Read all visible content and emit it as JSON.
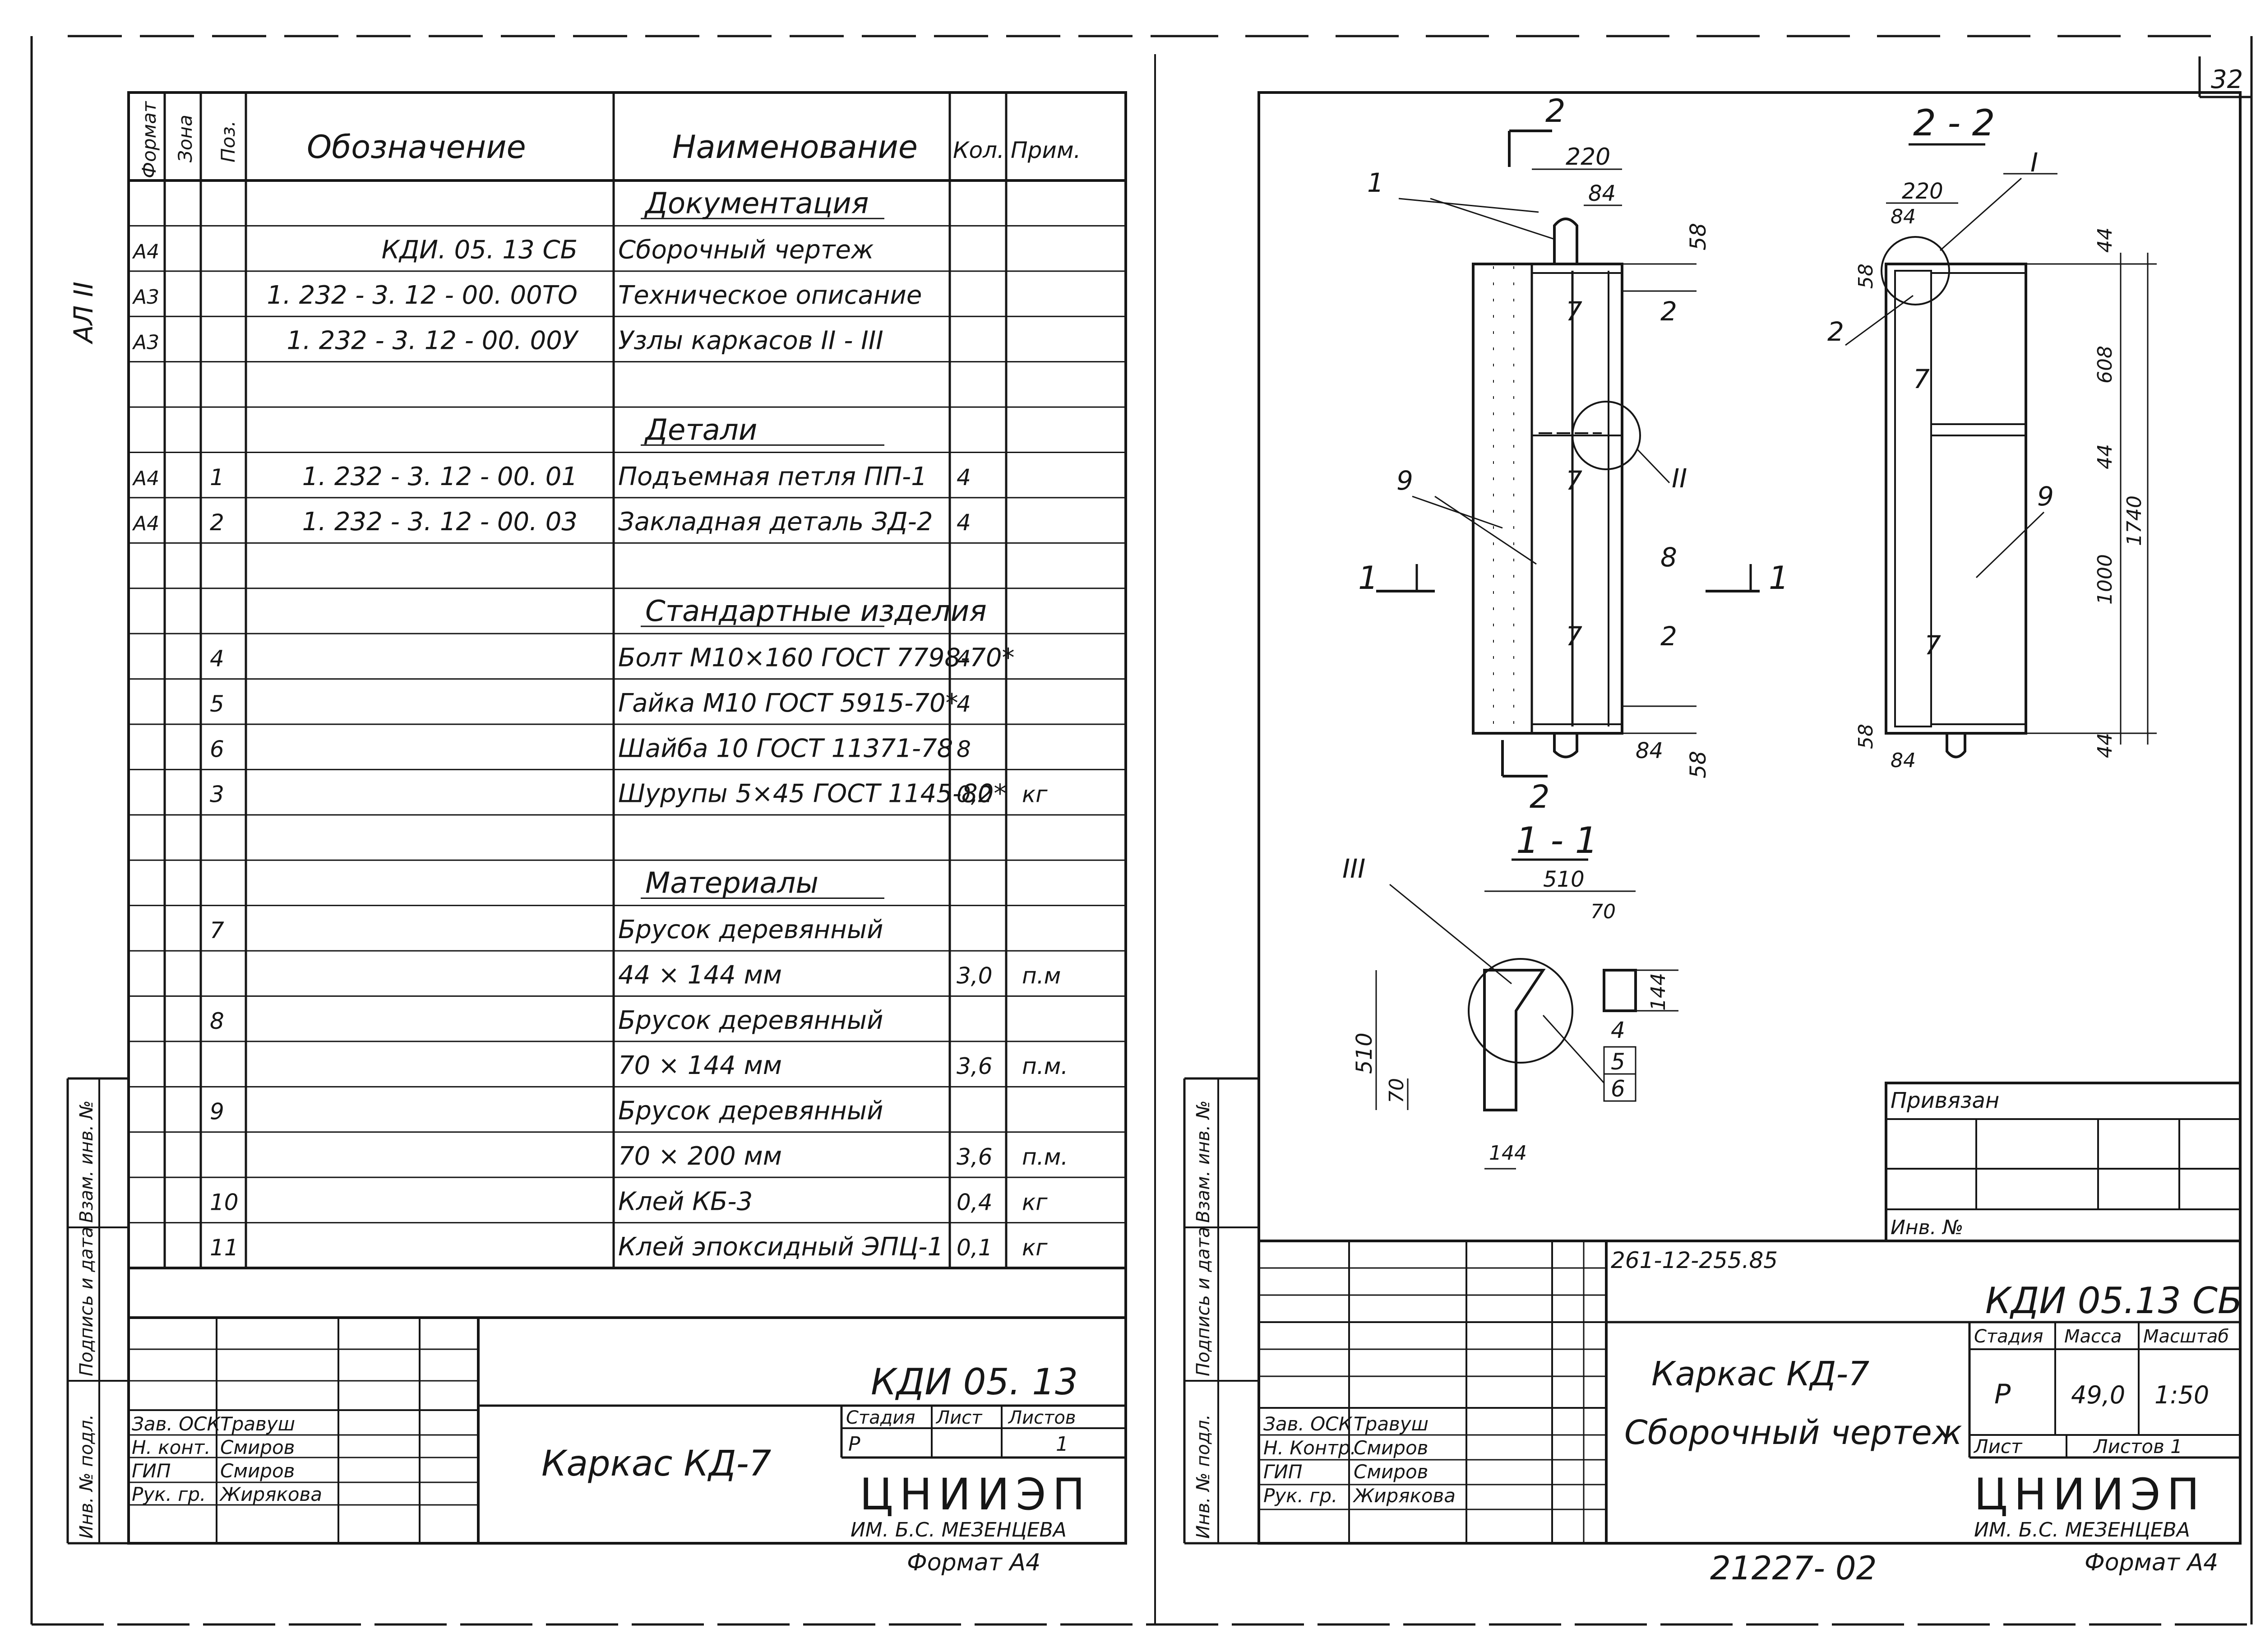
{
  "left_sheet": {
    "side_mark": "АЛ II",
    "header": {
      "format": "Формат",
      "zone": "Зона",
      "pos": "Поз.",
      "designation": "Обозначение",
      "name": "Наименование",
      "qty": "Кол.",
      "note": "Прим."
    },
    "rows": [
      {
        "fmt": "",
        "pos": "",
        "des": "",
        "name": "Документация",
        "qty": "",
        "note": "",
        "heading": true
      },
      {
        "fmt": "А4",
        "pos": "",
        "des": "КДИ. 05. 13 СБ",
        "name": "Сборочный чертеж",
        "qty": "",
        "note": ""
      },
      {
        "fmt": "А3",
        "pos": "",
        "des": "1. 232 - 3. 12 - 00. 00ТО",
        "name": "Техническое описание",
        "qty": "",
        "note": ""
      },
      {
        "fmt": "А3",
        "pos": "",
        "des": "1. 232 - 3. 12 - 00. 00У",
        "name": "Узлы каркасов II - III",
        "qty": "",
        "note": ""
      },
      {
        "fmt": "",
        "pos": "",
        "des": "",
        "name": "",
        "qty": "",
        "note": ""
      },
      {
        "fmt": "",
        "pos": "",
        "des": "",
        "name": "Детали",
        "qty": "",
        "note": "",
        "heading": true
      },
      {
        "fmt": "А4",
        "pos": "1",
        "des": "1. 232 - 3. 12 - 00. 01",
        "name": "Подъемная петля ПП-1",
        "qty": "4",
        "note": ""
      },
      {
        "fmt": "А4",
        "pos": "2",
        "des": "1. 232 - 3. 12 - 00. 03",
        "name": "Закладная деталь ЗД-2",
        "qty": "4",
        "note": ""
      },
      {
        "fmt": "",
        "pos": "",
        "des": "",
        "name": "",
        "qty": "",
        "note": ""
      },
      {
        "fmt": "",
        "pos": "",
        "des": "",
        "name": "Стандартные изделия",
        "qty": "",
        "note": "",
        "heading": true
      },
      {
        "fmt": "",
        "pos": "4",
        "des": "",
        "name": "Болт М10×160 ГОСТ 7798-70*",
        "qty": "4",
        "note": ""
      },
      {
        "fmt": "",
        "pos": "5",
        "des": "",
        "name": "Гайка М10 ГОСТ 5915-70*",
        "qty": "4",
        "note": ""
      },
      {
        "fmt": "",
        "pos": "6",
        "des": "",
        "name": "Шайба 10 ГОСТ 11371-78",
        "qty": "8",
        "note": ""
      },
      {
        "fmt": "",
        "pos": "3",
        "des": "",
        "name": "Шурупы 5×45 ГОСТ 1145-80*",
        "qty": "0,2",
        "note": "кг"
      },
      {
        "fmt": "",
        "pos": "",
        "des": "",
        "name": "",
        "qty": "",
        "note": ""
      },
      {
        "fmt": "",
        "pos": "",
        "des": "",
        "name": "Материалы",
        "qty": "",
        "note": "",
        "heading": true
      },
      {
        "fmt": "",
        "pos": "7",
        "des": "",
        "name": "Брусок деревянный",
        "qty": "",
        "note": ""
      },
      {
        "fmt": "",
        "pos": "",
        "des": "",
        "name": "44 × 144 мм",
        "qty": "3,0",
        "note": "п.м"
      },
      {
        "fmt": "",
        "pos": "8",
        "des": "",
        "name": "Брусок деревянный",
        "qty": "",
        "note": ""
      },
      {
        "fmt": "",
        "pos": "",
        "des": "",
        "name": "70 × 144 мм",
        "qty": "3,6",
        "note": "п.м."
      },
      {
        "fmt": "",
        "pos": "9",
        "des": "",
        "name": "Брусок деревянный",
        "qty": "",
        "note": ""
      },
      {
        "fmt": "",
        "pos": "",
        "des": "",
        "name": "70 × 200 мм",
        "qty": "3,6",
        "note": "п.м."
      },
      {
        "fmt": "",
        "pos": "10",
        "des": "",
        "name": "Клей КБ-3",
        "qty": "0,4",
        "note": "кг"
      },
      {
        "fmt": "",
        "pos": "11",
        "des": "",
        "name": "Клей эпоксидный ЭПЦ-1",
        "qty": "0,1",
        "note": "кг"
      }
    ],
    "side_labels": [
      "Инв. № подл.",
      "Подпись и дата",
      "Взам. инв. №"
    ],
    "title_block": {
      "code": "КДИ 05. 13",
      "title": "Каркас КД-7",
      "stage_h": "Стадия",
      "sheet_h": "Лист",
      "sheets_h": "Листов",
      "stage": "Р",
      "sheets": "1",
      "org": "ЦНИИЭП",
      "org_sub": "ИМ. Б.С. МЕЗЕНЦЕВА",
      "format": "Формат А4",
      "staff": [
        {
          "role": "Зав. ОСК",
          "name": "Травуш"
        },
        {
          "role": "Н. конт.",
          "name": "Смиров"
        },
        {
          "role": "ГИП",
          "name": "Смиров"
        },
        {
          "role": "Рук. гр.",
          "name": "Жирякова"
        }
      ]
    }
  },
  "right_sheet": {
    "page_no": "32",
    "views": {
      "section_2_2": "2 - 2",
      "section_1_1": "1 - 1",
      "cut2": "2",
      "cut1": "1",
      "node_I": "I",
      "node_II": "II",
      "node_III": "III"
    },
    "labels": {
      "p1": "1",
      "p2": "2",
      "p4": "4",
      "p5": "5",
      "p6": "6",
      "p7": "7",
      "p8": "8",
      "p9": "9"
    },
    "dims": {
      "d220": "220",
      "d84": "84",
      "d58": "58",
      "d44": "44",
      "d608": "608",
      "d1000": "1000",
      "d1740": "1740",
      "d510": "510",
      "d70": "70",
      "d144": "144"
    },
    "binding": "Привязан",
    "inv_no": "Инв. №",
    "side_labels": [
      "Инв. № подл.",
      "Подпись и дата",
      "Взам. инв. №"
    ],
    "title_block": {
      "ref_no": "261-12-255.85",
      "code": "КДИ 05.13 СБ",
      "title1": "Каркас КД-7",
      "title2": "Сборочный чертеж",
      "stage_h": "Стадия",
      "mass_h": "Масса",
      "scale_h": "Масштаб",
      "stage": "Р",
      "mass": "49,0",
      "scale": "1:50",
      "sheet_h": "Лист",
      "sheets_h": "Листов 1",
      "org": "ЦНИИЭП",
      "org_sub": "ИМ. Б.С. МЕЗЕНЦЕВА",
      "format": "Формат А4",
      "staff": [
        {
          "role": "Зав. ОСК",
          "name": "Травуш"
        },
        {
          "role": "Н. Контр.",
          "name": "Смиров"
        },
        {
          "role": "ГИП",
          "name": "Смиров"
        },
        {
          "role": "Рук. гр.",
          "name": "Жирякова"
        }
      ]
    },
    "bottom_number": "21227- 02"
  }
}
